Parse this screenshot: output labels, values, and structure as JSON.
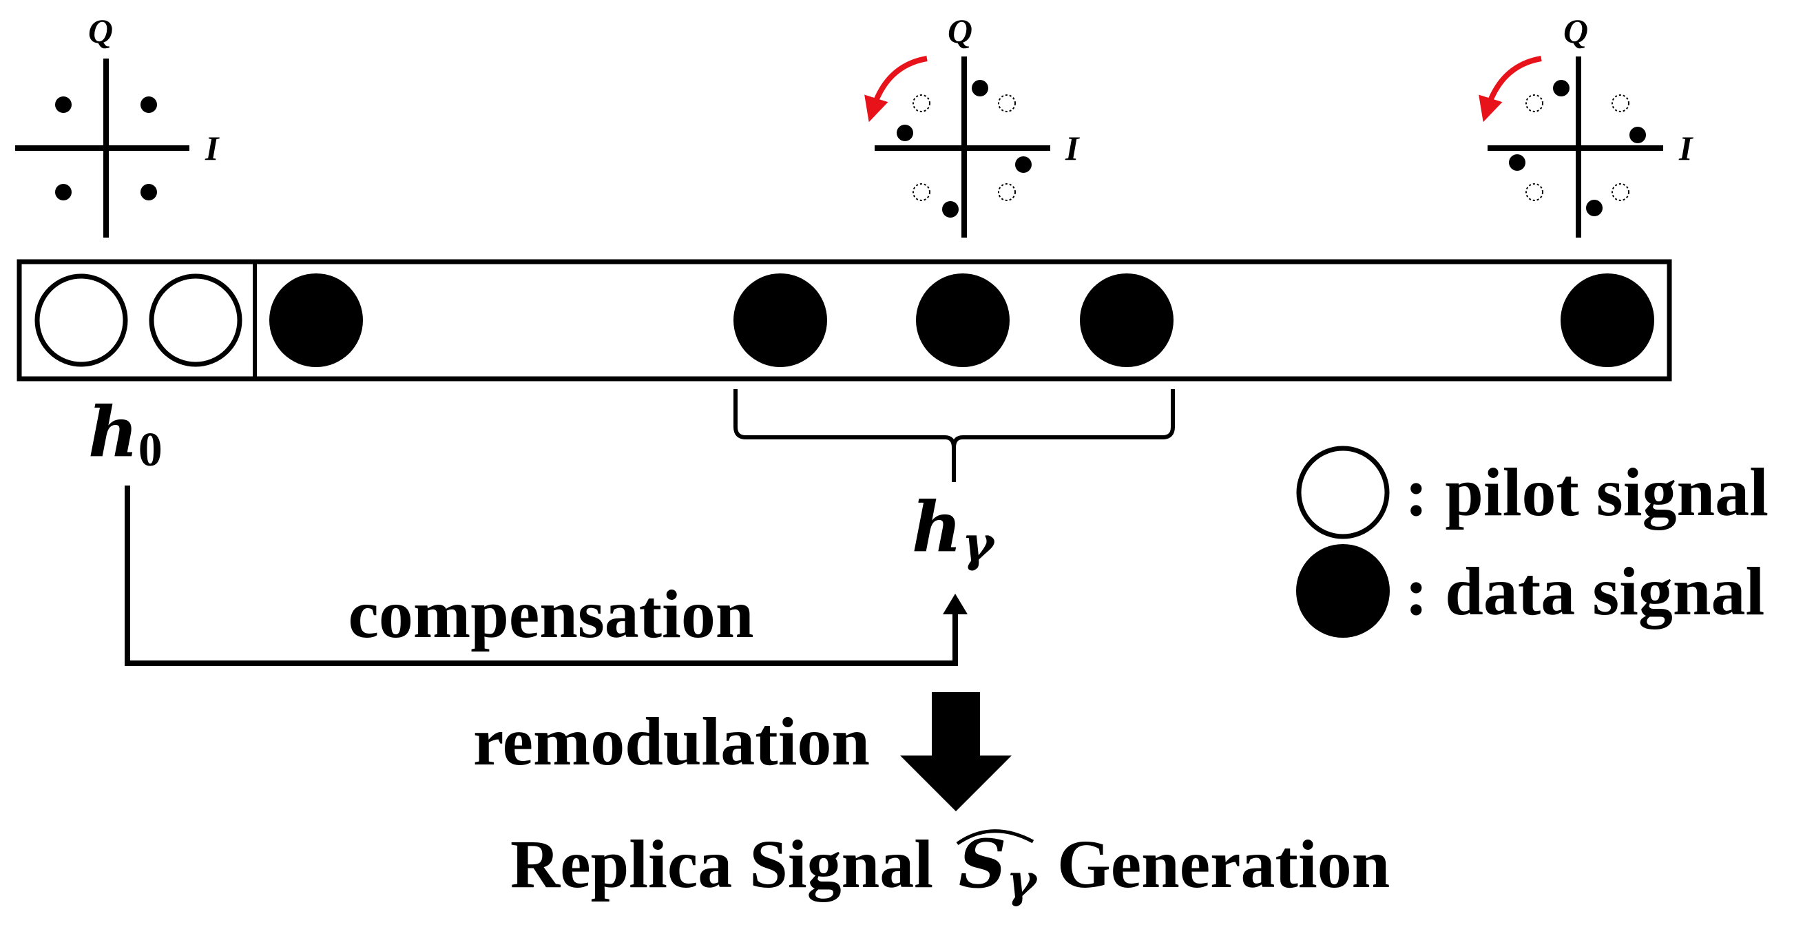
{
  "constellations": {
    "axis_i": "I",
    "axis_q": "Q"
  },
  "channel_labels": {
    "h0_base": "h",
    "h0_sub": "0",
    "hgamma_base": "h",
    "hgamma_sub": "γ"
  },
  "legend": {
    "pilot_label": ": pilot signal",
    "data_label": ": data signal"
  },
  "flow": {
    "compensation_label": "compensation",
    "remodulation_label": "remodulation",
    "output_prefix": "Replica Signal ",
    "output_symbol_base": "S",
    "output_symbol_sub": "γ",
    "output_suffix": " Generation"
  },
  "colors": {
    "ink": "#000000",
    "rotation_arrow": "#e8131a",
    "background": "#ffffff"
  }
}
